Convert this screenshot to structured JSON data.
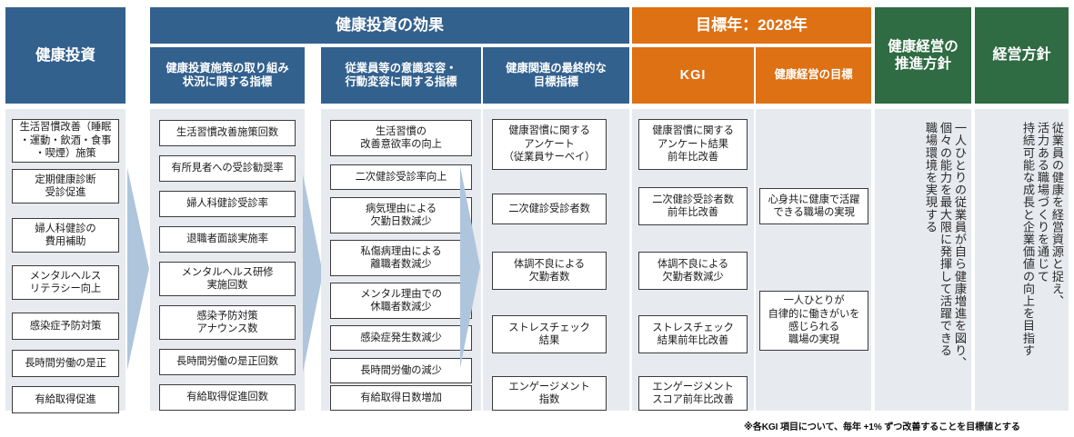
{
  "columns": {
    "investment": {
      "header": "健康投資",
      "items": [
        "生活習慣改善（睡眠\n・運動・飲酒・食事\n・喫煙）施策",
        "定期健康診断\n受診促進",
        "婦人科健診の\n費用補助",
        "メンタルヘルス\nリテラシー向上",
        "感染症予防対策",
        "長時間労働の是正",
        "有給取得促進"
      ]
    },
    "effect_group": {
      "header": "健康投資の効果",
      "subcolumns": [
        {
          "header": "健康投資施策の取り組み\n状況に関する指標",
          "items": [
            "生活習慣改善施策回数",
            "有所見者への受診勧奨率",
            "婦人科健診受診率",
            "退職者面談実施率",
            "メンタルヘルス研修\n実施回数",
            "感染予防対策\nアナウンス数",
            "長時間労働の是正回数",
            "有給取得促進回数"
          ]
        },
        {
          "header": "従業員等の意識変容・\n行動変容に関する指標",
          "items": [
            "生活習慣の\n改善意欲率の向上",
            "二次健診受診率向上",
            "病気理由による\n欠勤日数減少",
            "私傷病理由による\n離職者数減少",
            "メンタル理由での\n休職者数減少",
            "感染症発生数減少",
            "長時間労働の減少",
            "有給取得日数増加"
          ]
        },
        {
          "header": "健康関連の最終的な\n目標指標",
          "items": [
            "健康習慣に関する\nアンケート\n（従業員サーベイ）",
            "二次健診受診者数",
            "体調不良による\n欠勤者数",
            "ストレスチェック\n結果",
            "エンゲージメント\n指数"
          ]
        }
      ]
    },
    "target_group": {
      "header": "目標年：2028年",
      "subcolumns": [
        {
          "header": "KGI",
          "items": [
            "健康習慣に関する\nアンケート結果\n前年比改善",
            "二次健診受診者数\n前年比改善",
            "体調不良による\n欠勤者数減少",
            "ストレスチェック\n結果前年比改善",
            "エンゲージメント\nスコア前年比改善"
          ]
        },
        {
          "header": "健康経営の目標",
          "items": [
            "心身共に健康で活躍\nできる職場の実現",
            "一人ひとりが\n自律的に働きがいを\n感じられる\n職場の実現"
          ]
        }
      ]
    },
    "promotion_policy": {
      "header": "健康経営の\n推進方針",
      "vertical_lines": [
        "一人ひとりの従業員が自ら健康増進を図り、",
        "個々の能力を最大限に発揮して活躍できる",
        "職場環境を実現する"
      ]
    },
    "management_policy": {
      "header": "経営方針",
      "vertical_lines": [
        "従業員の健康を経営資源と捉え、",
        "活力ある職場づくりを通じて",
        "持続可能な成長と企業価値の向上を目指す"
      ]
    }
  },
  "footnote": "※各KGI 項目について、毎年 +1% ずつ改善することを目標値とする",
  "colors": {
    "blue": "#33618e",
    "orange": "#dd7114",
    "green": "#2f6b43",
    "pane": "#e7eaef",
    "arrow": "#aec5dc"
  }
}
